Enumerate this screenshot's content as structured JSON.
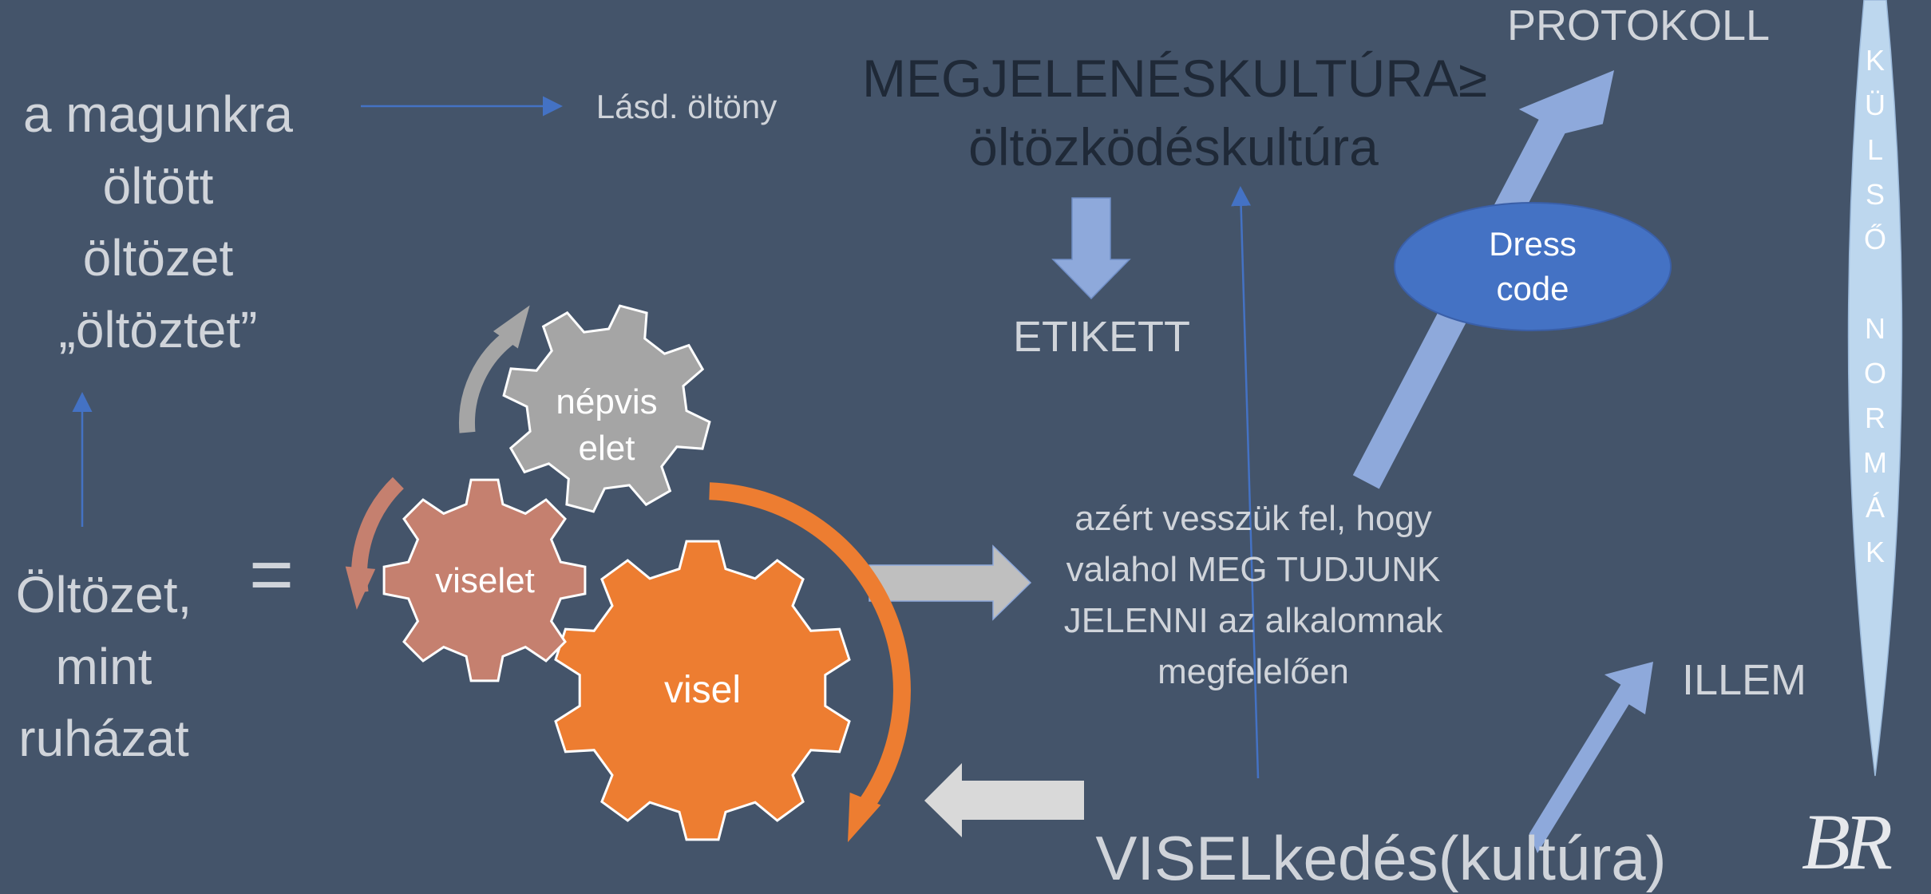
{
  "colors": {
    "background": "#44546A",
    "text_light": "#D0D4DA",
    "text_dark": "#1F2937",
    "thin_arrow": "#4472C4",
    "gear_orange": "#ED7D31",
    "gear_rose": "#C5806F",
    "gear_gray": "#A5A5A5",
    "arrow_blue": "#8EA9DB",
    "oval_blue": "#4472C4",
    "pill_light": "#BDD7EE",
    "pill_text": "#FFFFFF",
    "block_arrow_gray": "#BFBFBF"
  },
  "left": {
    "top_block": [
      "a magunkra",
      "öltött",
      "öltözet",
      "„öltöztet”"
    ],
    "bottom_block": [
      "Öltözet,",
      "mint",
      "ruházat"
    ],
    "equals": "="
  },
  "lasd": "Lásd. öltöny",
  "header": {
    "line1": "MEGJELENÉSKULTÚRA≥",
    "line2": "öltözködéskultúra"
  },
  "etikett": "ETIKETT",
  "protokoll": "PROTOKOLL",
  "dress_code": [
    "Dress",
    "code"
  ],
  "illem": "ILLEM",
  "center_text": [
    "azért vesszük fel, hogy",
    "valahol MEG TUDJUNK",
    "JELENNI az alkalomnak",
    "megfelelően"
  ],
  "bottom_title": "VISELkedés(kultúra)",
  "gears": {
    "nepviselet": [
      "népvis",
      "elet"
    ],
    "viselet": "viselet",
    "visel": "visel"
  },
  "vertical_pill_letters": [
    "K",
    "Ü",
    "L",
    "S",
    "Ő",
    "",
    "N",
    "O",
    "R",
    "M",
    "Á",
    "K"
  ],
  "logo": "BR",
  "icons": {
    "thin_arrow_up": "arrow-up-icon",
    "thin_arrow_right": "arrow-right-icon",
    "block_arrow_down": "arrow-down-icon",
    "block_arrow_right": "arrow-right-icon",
    "block_arrow_left": "arrow-left-icon",
    "curved_arrows": "curved-arrow-icon"
  }
}
